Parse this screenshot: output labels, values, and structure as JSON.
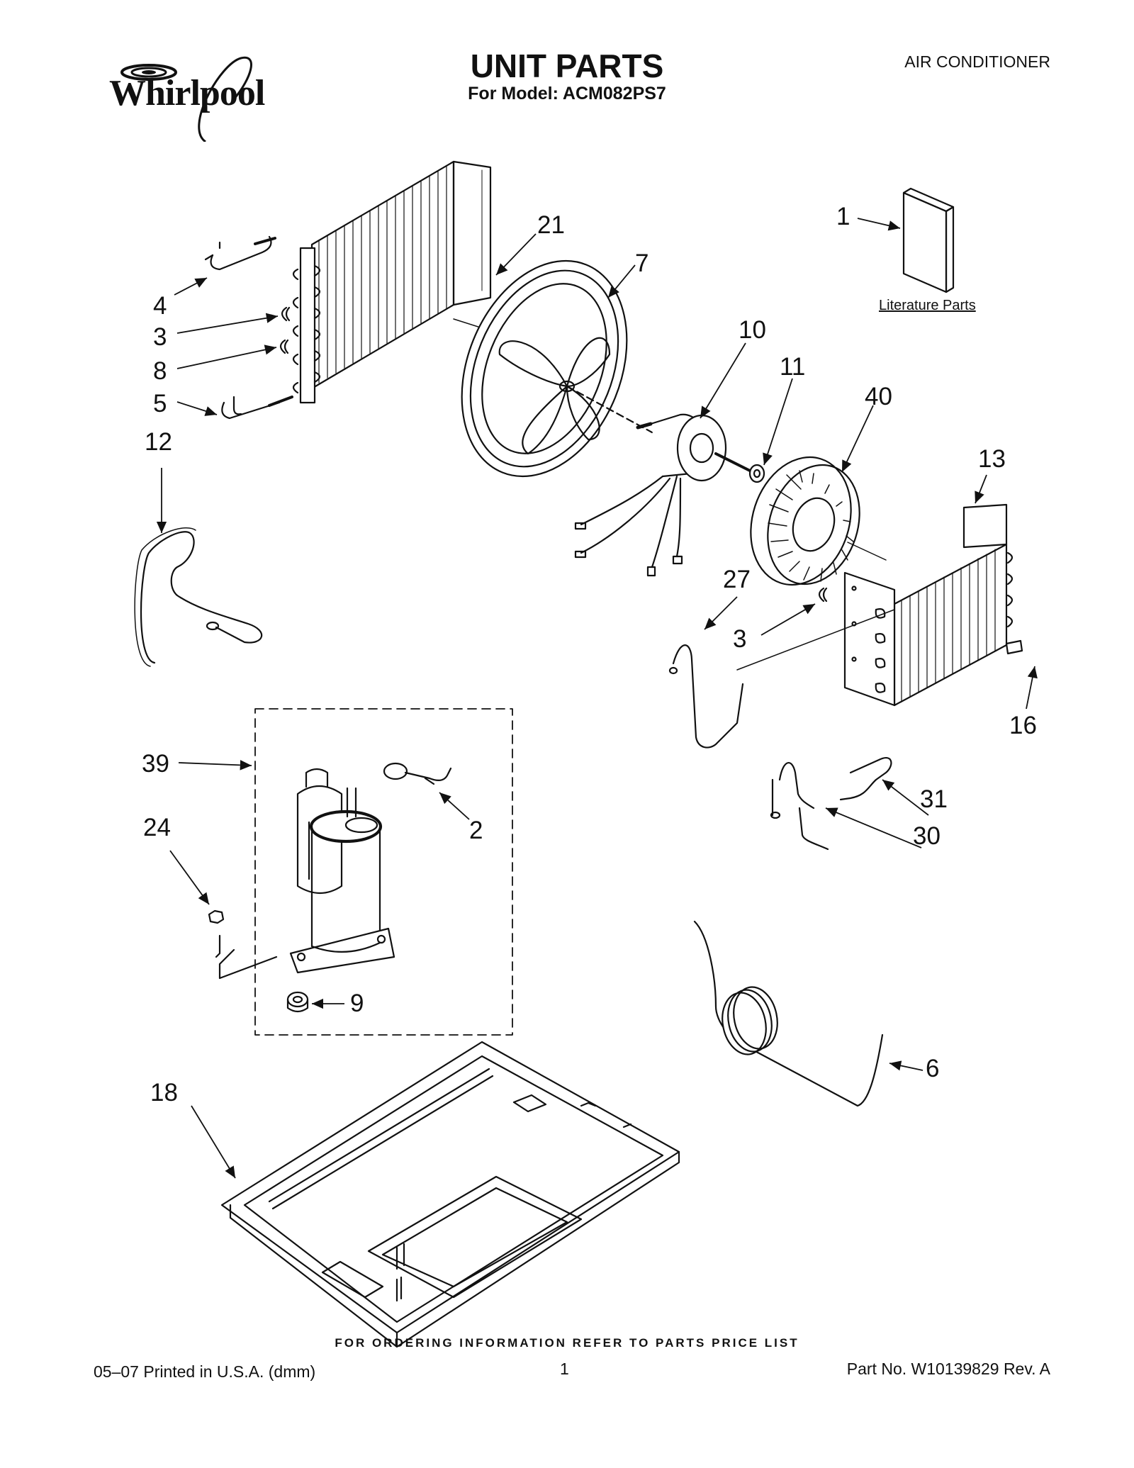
{
  "header": {
    "brand": "Whirlpool",
    "title": "UNIT PARTS",
    "model_line": "For Model: ACM082PS7",
    "product": "AIR CONDITIONER"
  },
  "diagram": {
    "callouts": [
      "1",
      "21",
      "7",
      "4",
      "3",
      "8",
      "5",
      "12",
      "10",
      "11",
      "40",
      "13",
      "27",
      "3",
      "16",
      "39",
      "2",
      "24",
      "31",
      "30",
      "9",
      "6",
      "18"
    ],
    "literature_label": "Literature Parts"
  },
  "footer": {
    "order_note": "FOR ORDERING INFORMATION REFER TO PARTS PRICE LIST",
    "print_info": "05–07 Printed in U.S.A. (dmm)",
    "page_number": "1",
    "part_number": "Part No. W10139829 Rev. A"
  }
}
